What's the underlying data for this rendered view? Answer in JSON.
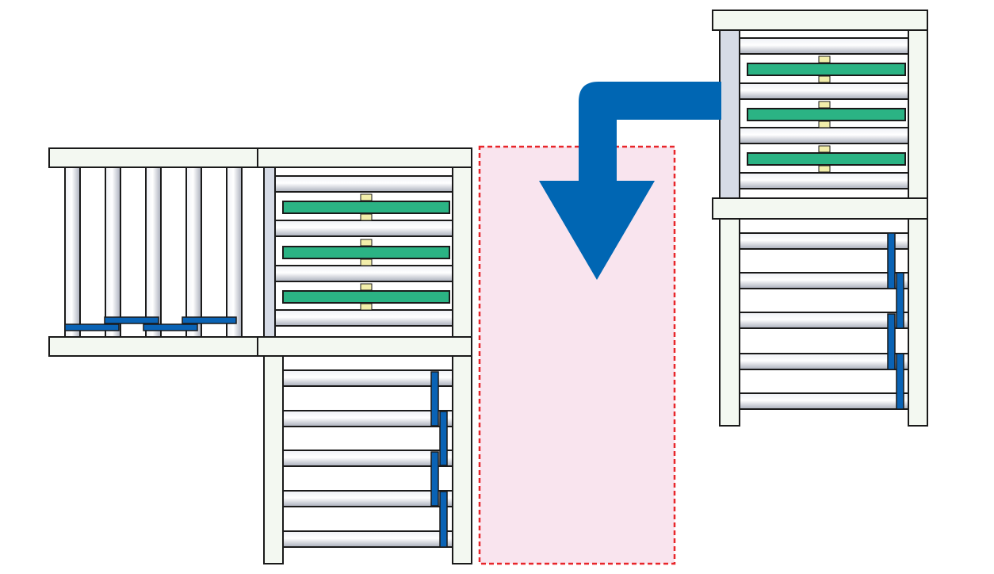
{
  "diagram": {
    "description_items": [
      "roller-conveyor-left",
      "transfer-conveyor-center",
      "outfeed-conveyor-bottom",
      "target-area",
      "transfer-arrow",
      "transfer-conveyor-right"
    ]
  },
  "colors": {
    "frame": "#f3f8f1",
    "outline": "#1a1a1a",
    "side_bar": "#d6dbe6",
    "roller_light": "#ffffff",
    "roller_dark": "#aeb3c0",
    "plate_green": "#2bb384",
    "block_yellow": "#f2eeaa",
    "pusher_blue": "#0a63b5",
    "arrow_blue": "#0066b3",
    "target_fill": "#f9e4ee",
    "target_stroke": "#e8262a"
  }
}
